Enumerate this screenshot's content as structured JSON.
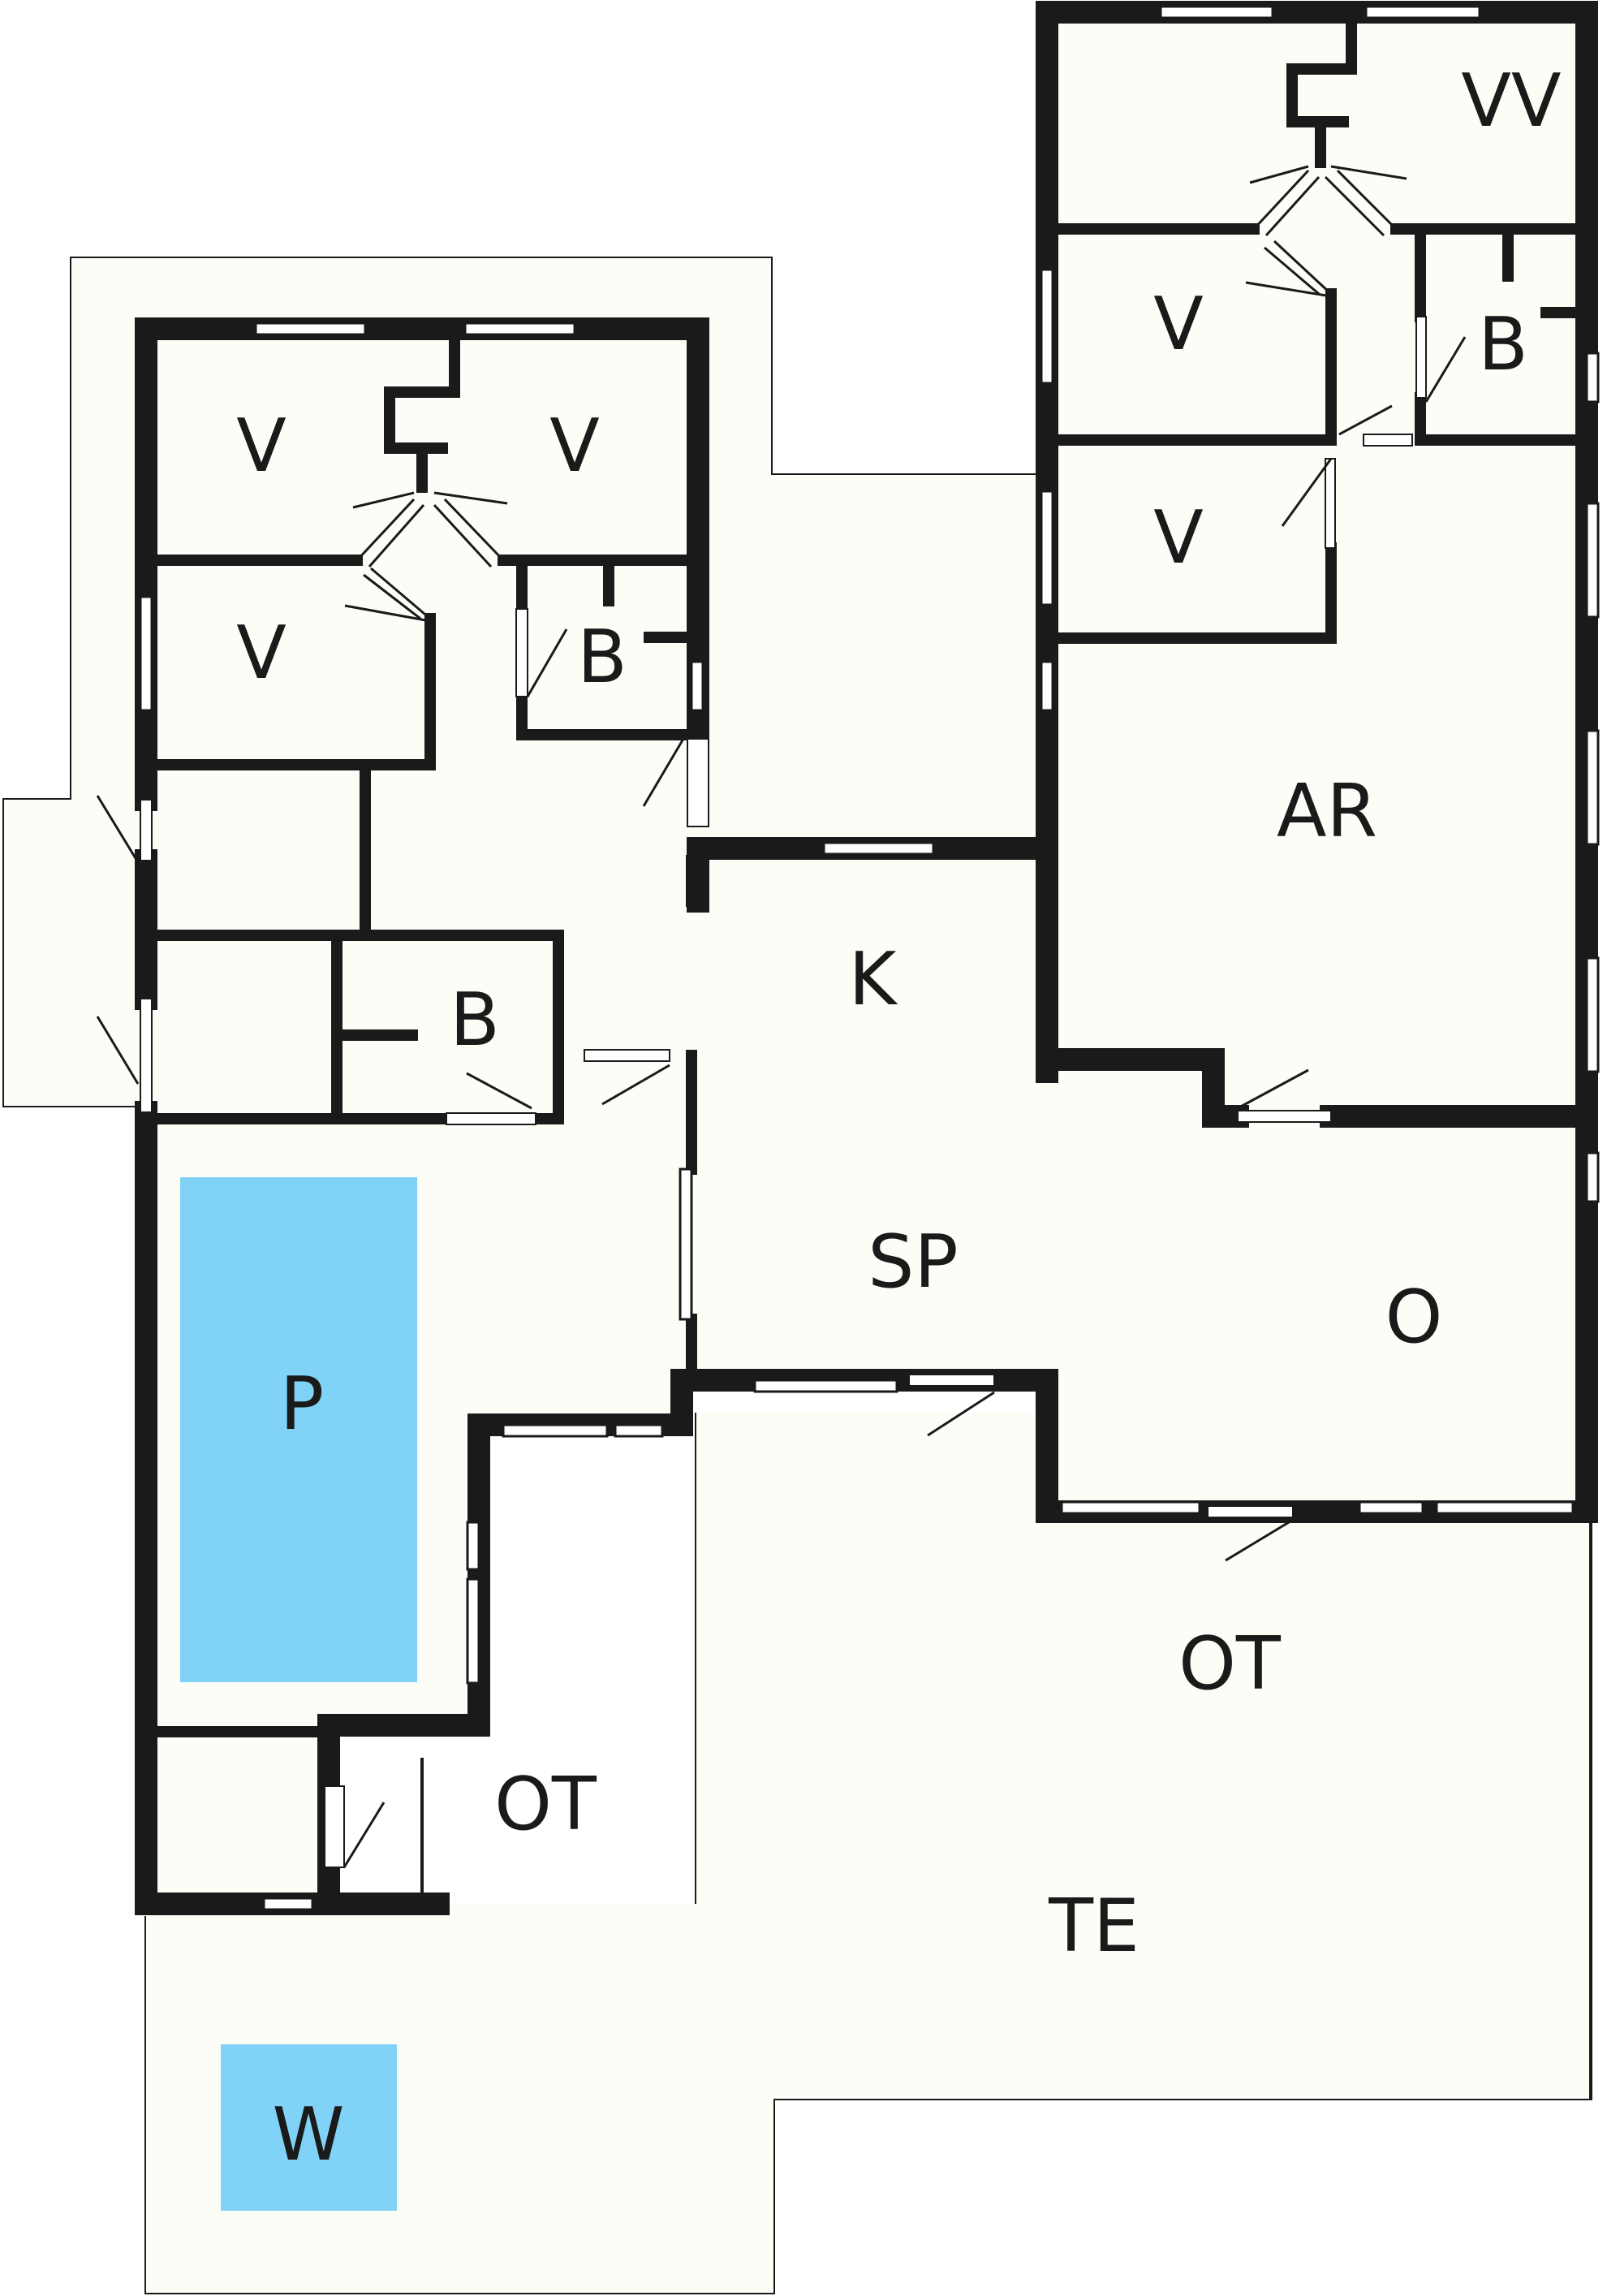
{
  "colors": {
    "wall": "#1a1a1a",
    "floor": "#fdfdf8",
    "pool": "#80d3f7",
    "window": "#ffffff"
  },
  "rooms": {
    "vv": "VV",
    "v_upper_right_1": "V",
    "v_upper_right_2": "V",
    "b_upper_right": "B",
    "v_left_1": "V",
    "v_left_2": "V",
    "v_left_3": "V",
    "b_left_upper": "B",
    "b_left_mid": "B",
    "ar": "AR",
    "k": "K",
    "sp": "SP",
    "o": "O",
    "p": "P",
    "ot_mid": "OT",
    "ot_right": "OT",
    "te": "TE",
    "w": "W"
  }
}
